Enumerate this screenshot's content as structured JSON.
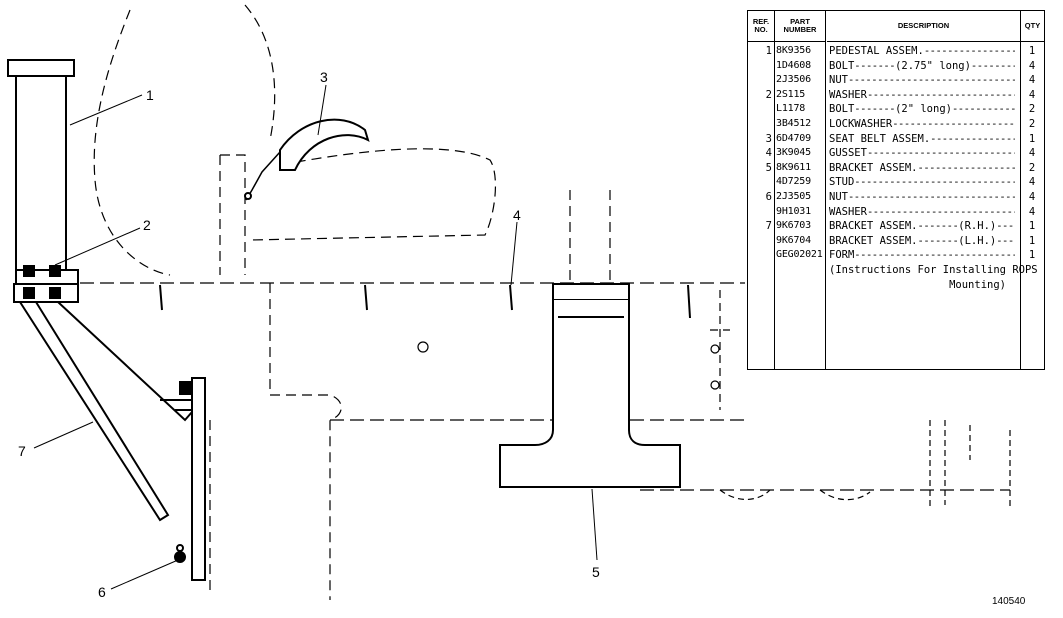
{
  "figure_number": "140540",
  "callouts": [
    "1",
    "2",
    "3",
    "4",
    "5",
    "6",
    "7"
  ],
  "parts_table": {
    "headers": {
      "ref": "REF. NO.",
      "part": "PART NUMBER",
      "description": "DESCRIPTION",
      "qty": "QTY"
    },
    "rows": [
      {
        "ref": "1",
        "part": "8K9356",
        "desc": "PEDESTAL ASSEM.",
        "note": "",
        "qty": "1"
      },
      {
        "ref": "",
        "part": "1D4608",
        "desc": "BOLT",
        "note": "(2.75\" long)",
        "qty": "4"
      },
      {
        "ref": "",
        "part": "2J3506",
        "desc": "NUT",
        "note": "",
        "qty": "4"
      },
      {
        "ref": "2",
        "part": "2S115",
        "desc": "WASHER",
        "note": "",
        "qty": "4"
      },
      {
        "ref": "",
        "part": "L1178",
        "desc": "BOLT",
        "note": "(2\" long)",
        "qty": "2"
      },
      {
        "ref": "",
        "part": "3B4512",
        "desc": "LOCKWASHER",
        "note": "",
        "qty": "2"
      },
      {
        "ref": "3",
        "part": "6D4709",
        "desc": "SEAT BELT ASSEM.",
        "note": "",
        "qty": "1"
      },
      {
        "ref": "4",
        "part": "3K9045",
        "desc": "GUSSET",
        "note": "",
        "qty": "4"
      },
      {
        "ref": "5",
        "part": "8K9611",
        "desc": "BRACKET ASSEM.",
        "note": "",
        "qty": "2"
      },
      {
        "ref": "",
        "part": "4D7259",
        "desc": "STUD",
        "note": "",
        "qty": "4"
      },
      {
        "ref": "6",
        "part": "2J3505",
        "desc": "NUT",
        "note": "",
        "qty": "4"
      },
      {
        "ref": "",
        "part": "9H1031",
        "desc": "WASHER",
        "note": "",
        "qty": "4"
      },
      {
        "ref": "7",
        "part": "9K6703",
        "desc": "BRACKET ASSEM.",
        "note": "(R.H.)",
        "qty": "1"
      },
      {
        "ref": "",
        "part": "9K6704",
        "desc": "BRACKET ASSEM.",
        "note": "(L.H.)",
        "qty": "1"
      },
      {
        "ref": "",
        "part": "GEG02021",
        "desc": "FORM",
        "note": "",
        "qty": "1"
      }
    ],
    "continuation": [
      "(Instructions For Installing ROPS",
      "Mounting)"
    ]
  }
}
